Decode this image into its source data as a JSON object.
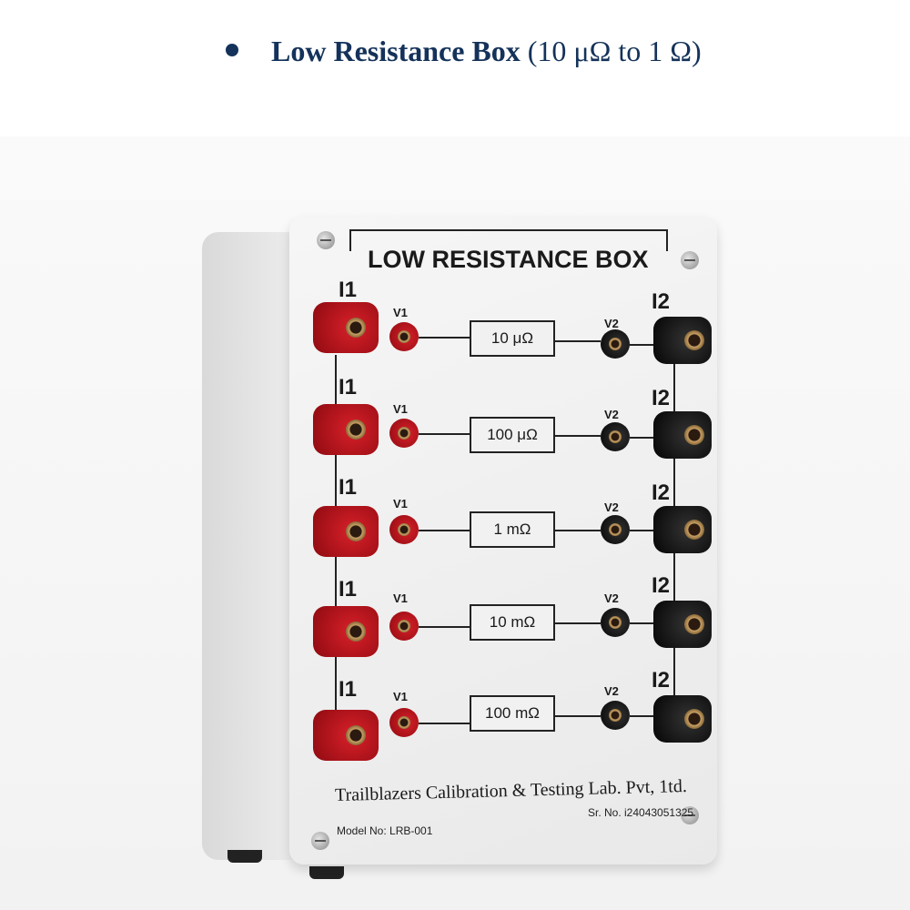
{
  "heading": {
    "title_bold": "Low Resistance Box",
    "title_rest": " (10 μΩ to 1 Ω)"
  },
  "device": {
    "title": "LOW RESISTANCE BOX",
    "rows": [
      {
        "left_label": "I1",
        "v1_label": "V1",
        "resistance": "10 μΩ",
        "v2_label": "V2",
        "right_label": "I2"
      },
      {
        "left_label": "I1",
        "v1_label": "V1",
        "resistance": "100 μΩ",
        "v2_label": "V2",
        "right_label": "I2"
      },
      {
        "left_label": "I1",
        "v1_label": "V1",
        "resistance": "1 mΩ",
        "v2_label": "V2",
        "right_label": "I2"
      },
      {
        "left_label": "I1",
        "v1_label": "V1",
        "resistance": "10 mΩ",
        "v2_label": "V2",
        "right_label": "I2"
      },
      {
        "left_label": "I1",
        "v1_label": "V1",
        "resistance": "100 mΩ",
        "v2_label": "V2",
        "right_label": "I2"
      }
    ],
    "company": "Trailblazers Calibration & Testing Lab. Pvt, 1td.",
    "model": "Model No: LRB-001",
    "serial": "Sr. No. i24043051325"
  },
  "colors": {
    "heading": "#14325a",
    "red_terminal": "#c81c24",
    "black_terminal": "#111111"
  }
}
